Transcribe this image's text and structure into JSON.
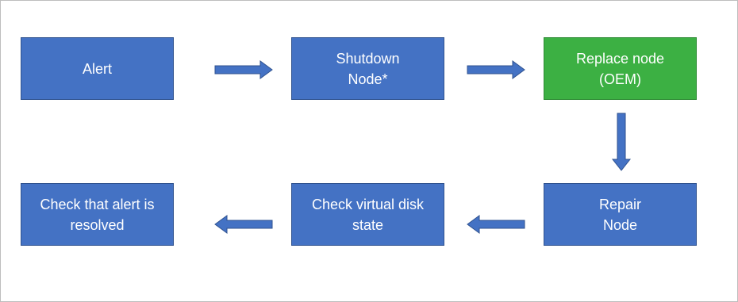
{
  "steps": {
    "alert": "Alert",
    "shutdown": "Shutdown\nNode*",
    "replace": "Replace node\n(OEM)",
    "repair": "Repair\nNode",
    "check_disk": "Check virtual disk\nstate",
    "check_alert": "Check that alert is\nresolved"
  },
  "colors": {
    "box_blue": "#4472c4",
    "box_green": "#3cb043",
    "arrow": "#4472c4"
  }
}
